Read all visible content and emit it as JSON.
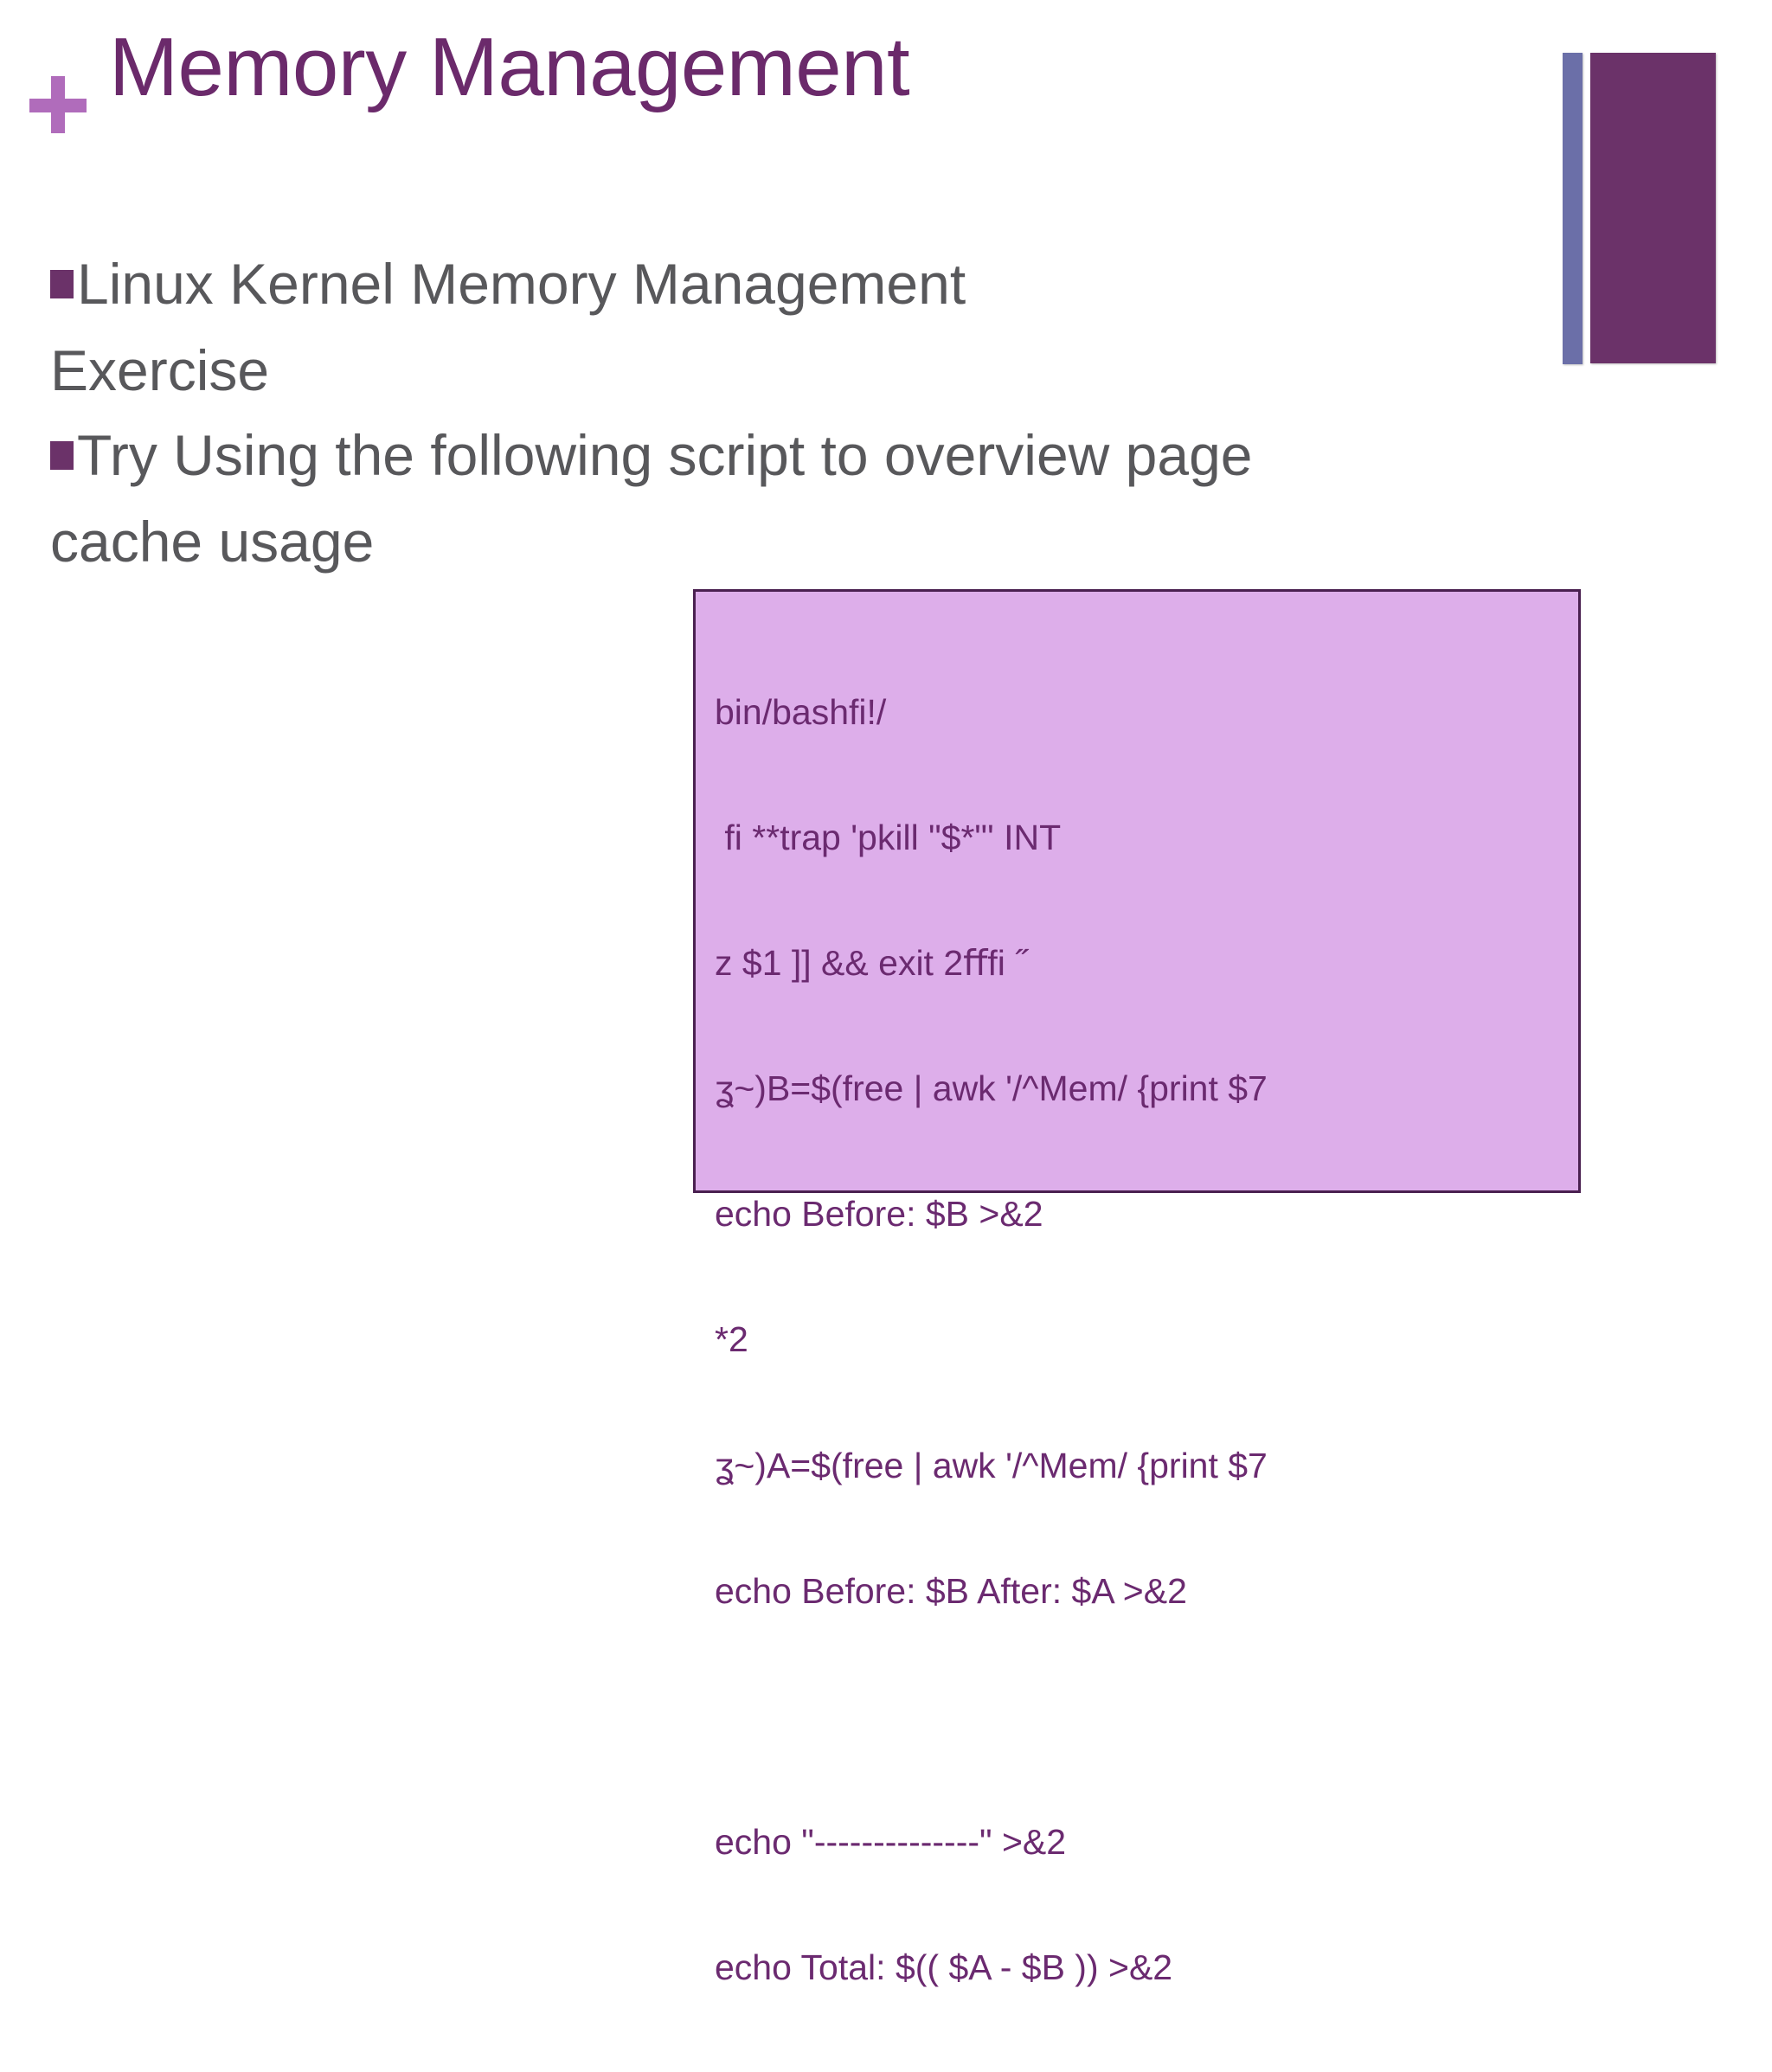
{
  "slide": {
    "title": "Memory Management",
    "plus_marker": "+",
    "accent_colors": {
      "title_purple": "#6b2a6b",
      "plus_purple": "#b06cbb",
      "bullet_purple": "#6b3269",
      "body_gray": "#58585b",
      "deco_blue": "#6b6fa8",
      "deco_purple": "#6b3269",
      "code_bg": "#ddaeea",
      "code_border": "#4a2050",
      "code_text": "#6b2a70",
      "background": "#ffffff"
    },
    "bullets": [
      "Linux Kernel Memory Management Exercise",
      "Try Using the following script to overview page cache usage"
    ],
    "code_box": {
      "lines": [
        "bin/bashﬁ!/",
        " ﬁ **trap 'pkill \"$*\"' INT",
        "z $1 ]] && exit 2ﬀﬁ ˝",
        "ʓ~)B=$(free | awk '/^Mem/ {print $7",
        "echo Before: $B >&2",
        "*2",
        "ʓ~)A=$(free | awk '/^Mem/ {print $7",
        "echo Before: $B After: $A >&2",
        "",
        "echo \"--------------\" >&2",
        "echo Total: $(( $A - $B )) >&2"
      ]
    }
  }
}
